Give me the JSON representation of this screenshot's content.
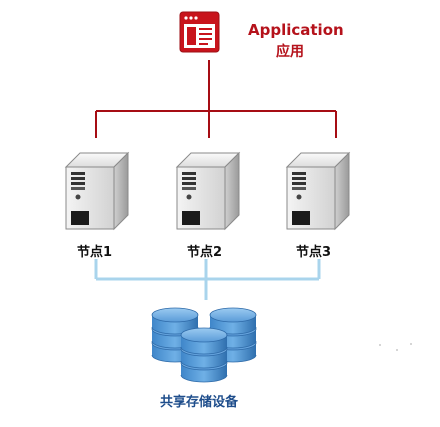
{
  "application": {
    "title": "Application",
    "subtitle": "应用",
    "icon": "application-window-icon"
  },
  "nodes": [
    {
      "label": "节点1",
      "icon": "server-tower-icon"
    },
    {
      "label": "节点2",
      "icon": "server-tower-icon"
    },
    {
      "label": "节点3",
      "icon": "server-tower-icon"
    }
  ],
  "storage": {
    "label": "共享存储设备",
    "icon": "database-stack-icon"
  },
  "colors": {
    "application_link": "#a60d14",
    "storage_link": "#a9d4ec",
    "label_red": "#b5121b",
    "label_blue": "#1f4e8c",
    "disk_blue": "#4a90cf"
  }
}
